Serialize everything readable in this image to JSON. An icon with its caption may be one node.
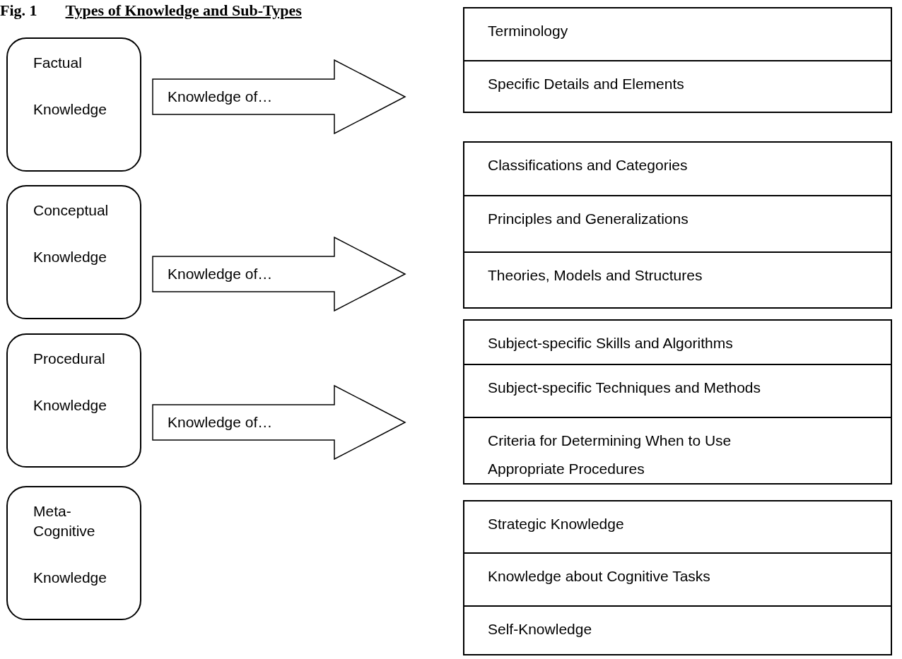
{
  "diagram": {
    "title": "Types of Knowledge and Sub-Types",
    "nodes": [
      {
        "text": [
          "Factual",
          "Knowledge"
        ]
      },
      {
        "text": [
          "Knowledge of…"
        ]
      },
      {
        "text": [
          "Conceptual",
          "Knowledge"
        ]
      },
      {
        "text": [
          "Knowledge of…"
        ]
      },
      {
        "text": [
          "Procedural",
          "Knowledge"
        ]
      },
      {
        "text": [
          "Knowledge of…"
        ]
      },
      {
        "text": [
          "Meta-Cognitive",
          "Knowledge"
        ]
      },
      {
        "text": [],
        "shape": "box"
      },
      {
        "text": [
          "Terminology"
        ],
        "in": 7
      },
      {
        "text": [
          "Specific Details and Elements"
        ],
        "in": 7
      },
      {
        "text": [],
        "shape": "box"
      },
      {
        "text": [
          "Classifications and Categories"
        ],
        "in": 10
      },
      {
        "text": [
          "Principles and Generalizations"
        ],
        "in": 10
      },
      {
        "text": [
          "Theories, Models and Structures"
        ],
        "in": 10
      },
      {
        "text": [],
        "shape": "box"
      },
      {
        "text": [
          "Subject-specific Skills and Algorithms"
        ],
        "in": 14
      },
      {
        "text": [
          "Subject-specific Techniques and Methods"
        ],
        "in": 14
      },
      {
        "text": [
          "Criteria for Determining When to Use Appropriate Procedures"
        ],
        "in": 14
      },
      {
        "text": [],
        "shape": "box"
      },
      {
        "text": [
          "Strategic Knowledge"
        ],
        "in": 18
      },
      {
        "text": [
          "Knowledge about Cognitive Tasks"
        ],
        "in": 18
      },
      {
        "text": [
          "Self-Knowledge"
        ],
        "in": 18
      }
    ],
    "labels": [
      "Fig. 1"
    ]
  }
}
